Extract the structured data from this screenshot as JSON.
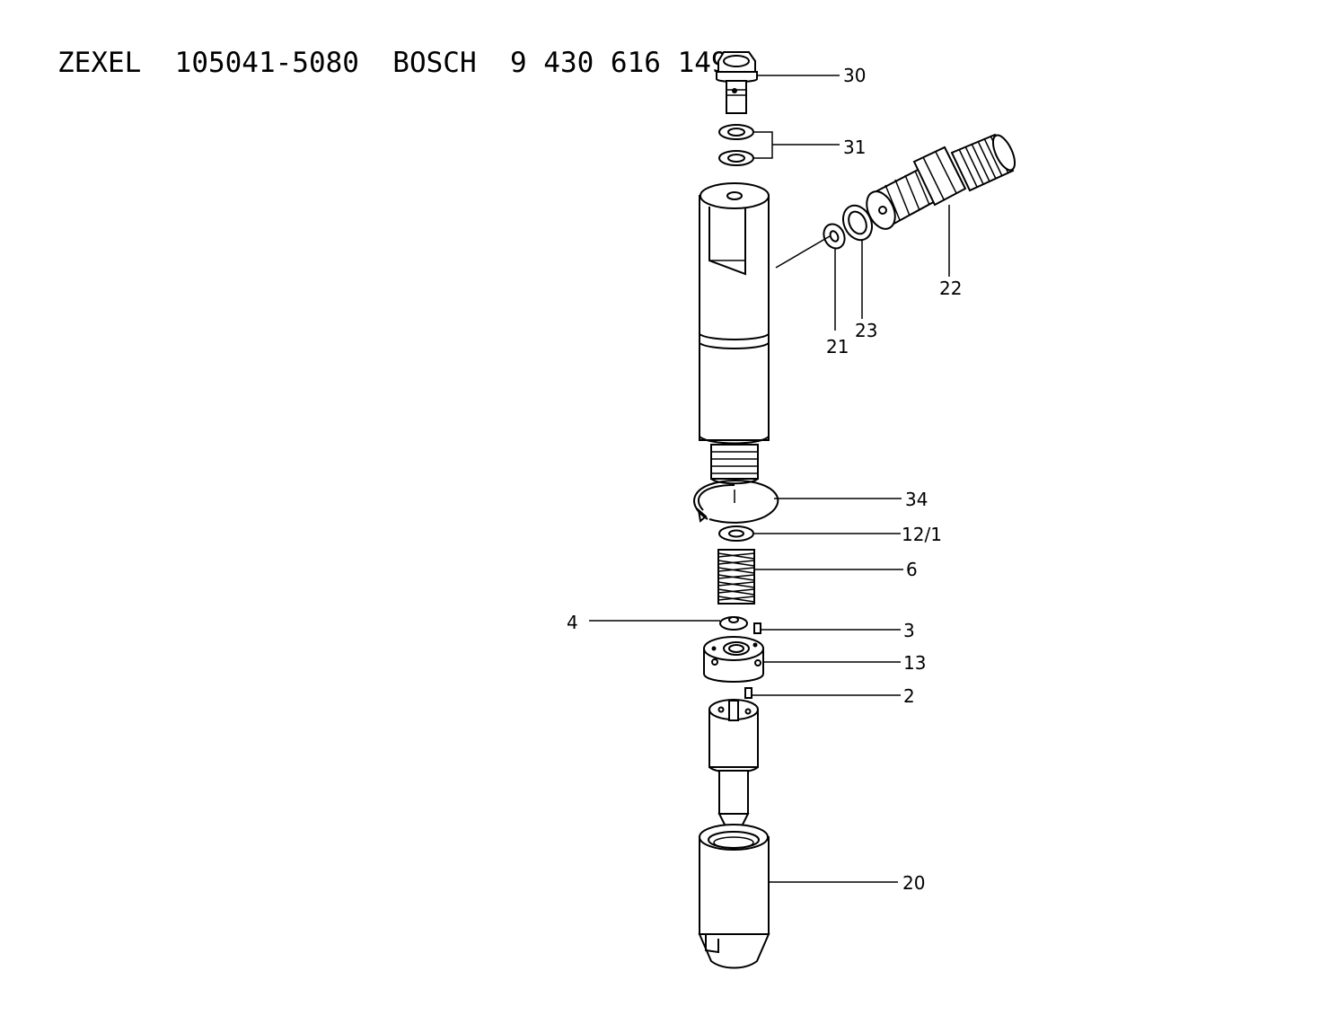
{
  "header": {
    "brand1": "ZEXEL",
    "part1": "105041-5080",
    "brand2": "BOSCH",
    "part2": "9 430 616 149"
  },
  "callouts": {
    "c30": "30",
    "c31": "31",
    "c22": "22",
    "c21": "21",
    "c23": "23",
    "c34": "34",
    "c12_1": "12/1",
    "c6": "6",
    "c4": "4",
    "c3": "3",
    "c13": "13",
    "c2": "2",
    "c20": "20"
  }
}
